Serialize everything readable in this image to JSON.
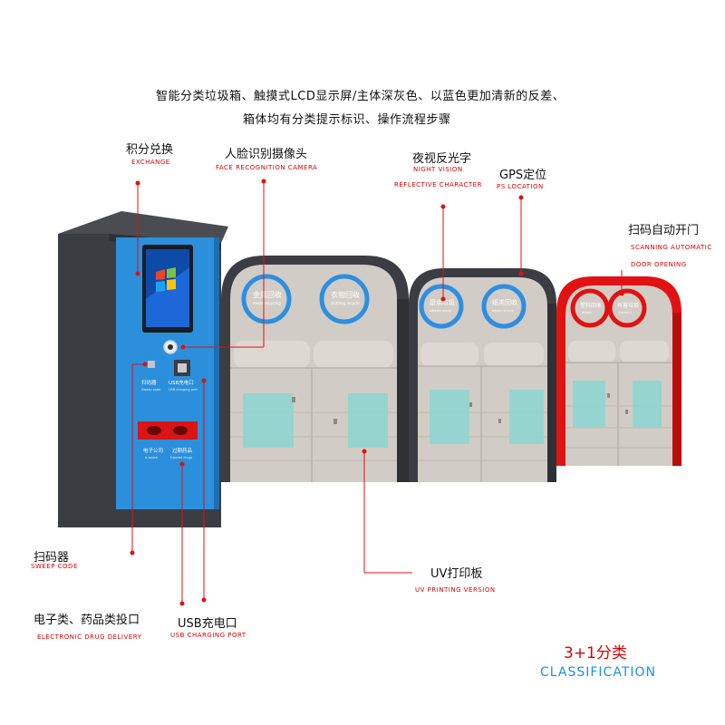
{
  "headline": {
    "line1": "智能分类垃圾箱、触摸式LCD显示屏/主体深灰色、以蓝色更加清新的反差、",
    "line2": "箱体均有分类提示标识、操作流程步骤"
  },
  "labels": {
    "exchange": {
      "cn": "积分兑换",
      "en": "EXCHANGE"
    },
    "face": {
      "cn": "人脸识别摄像头",
      "en": "FACE RECOGNITION CAMERA"
    },
    "night": {
      "cn": "夜视反光字",
      "en1": "NIGHT VISION",
      "en2": "REFLECTIVE CHARACTER"
    },
    "gps": {
      "cn": "GPS定位",
      "en": "PS LOCATION"
    },
    "scan_door": {
      "cn": "扫码自动开门",
      "en1": "SCANNING AUTOMATIC",
      "en2": "DOOR OPENING"
    },
    "sweep": {
      "cn": "扫码器",
      "en": "SWEEP CODE"
    },
    "uv": {
      "cn": "UV打印板",
      "en": "UV PRINTING VERSION"
    },
    "electronic": {
      "cn": "电子类、药品类投口",
      "en": "ELECTRONIC DRUG DELIVERY"
    },
    "usb": {
      "cn": "USB充电口",
      "en": "USB CHARGING PORT"
    }
  },
  "kiosk_panel": {
    "scanner_label": "扫码器",
    "scanner_sub": "Sweep code",
    "usb_label": "USB充电口",
    "usb_sub": "USB charging port",
    "slot_left_label": "电子公司",
    "slot_left_sub": "e-waste",
    "slot_right_label": "过期药品",
    "slot_right_sub": "Expired drugs"
  },
  "bins": {
    "b1_left": "金属回收",
    "b1_left_sub": "metal recycling",
    "b1_right": "衣物回收",
    "b1_right_sub": "clothing recycle",
    "b2_left": "厨余垃圾",
    "b2_left_sub": "kitchen waste",
    "b2_right": "纸类回收",
    "b2_right_sub": "paper recycle",
    "b3_left": "塑料回收",
    "b3_left_sub": "plastic",
    "b3_right": "有害垃圾",
    "b3_right_sub": "harmful"
  },
  "classification": {
    "cn": "3+1分类",
    "en": "CLASSIFICATION"
  },
  "colors": {
    "dark": "#3b3d42",
    "blue_panel": "#2c8fdc",
    "red_accent": "#e01212",
    "ring_blue": "#2e8fe0",
    "body_gray": "#d2ccc6",
    "glass": "#8fd6cf",
    "label_red": "#d00000",
    "class_blue": "#1a8fe6"
  }
}
